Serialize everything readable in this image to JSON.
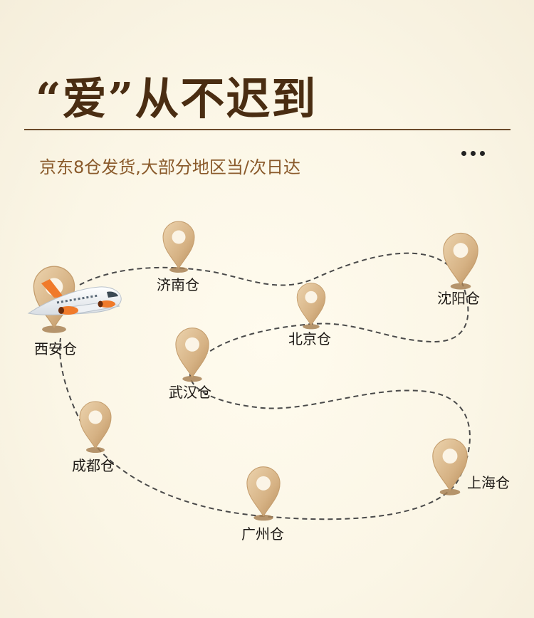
{
  "header": {
    "headline": "“爱”从不迟到",
    "subtitle": "京东8仓发货,大部分地区当/次日达"
  },
  "icons": {
    "more": "more-dots-icon",
    "pin": "location-pin-icon",
    "plane": "airplane-icon"
  },
  "colors": {
    "headline": "#4a2d12",
    "subtitle": "#8a5a2b",
    "pin": "#d9b68a",
    "route": "#4a4a4a",
    "background": "#fbf6e6"
  },
  "warehouses": [
    {
      "id": "xian",
      "label": "西安仓"
    },
    {
      "id": "jinan",
      "label": "济南仓"
    },
    {
      "id": "shenyang",
      "label": "沈阳仓"
    },
    {
      "id": "beijing",
      "label": "北京仓"
    },
    {
      "id": "wuhan",
      "label": "武汉仓"
    },
    {
      "id": "chengdu",
      "label": "成都仓"
    },
    {
      "id": "guangzhou",
      "label": "广州仓"
    },
    {
      "id": "shanghai",
      "label": "上海仓"
    }
  ]
}
